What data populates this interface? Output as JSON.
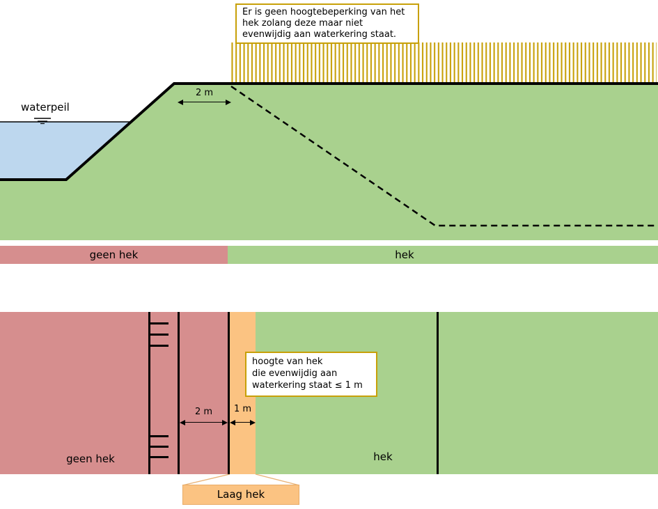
{
  "colors": {
    "green": "#A9D18E",
    "red": "#D68E8E",
    "blue": "#BDD7EE",
    "orange": "#FBC382",
    "gold": "#C7A008",
    "leader": "#E9B377"
  },
  "top_diagram": {
    "note_text": "Er is geen hoogtebeperking van het\nhek zolang deze maar niet\nevenwijdig aan waterkering staat.",
    "waterpeil_label": "waterpeil",
    "crest_width_label": "2 m"
  },
  "legend_strip": {
    "geen_hek_label": "geen hek",
    "hek_label": "hek"
  },
  "plan_diagram": {
    "note_text": "hoogte van hek\ndie evenwijdig aan\nwaterkering staat ≤ 1 m",
    "crest_width_label": "2 m",
    "strip_width_label": "1 m",
    "geen_hek_label": "geen hek",
    "hek_label": "hek",
    "callout_label": "Laag hek"
  }
}
